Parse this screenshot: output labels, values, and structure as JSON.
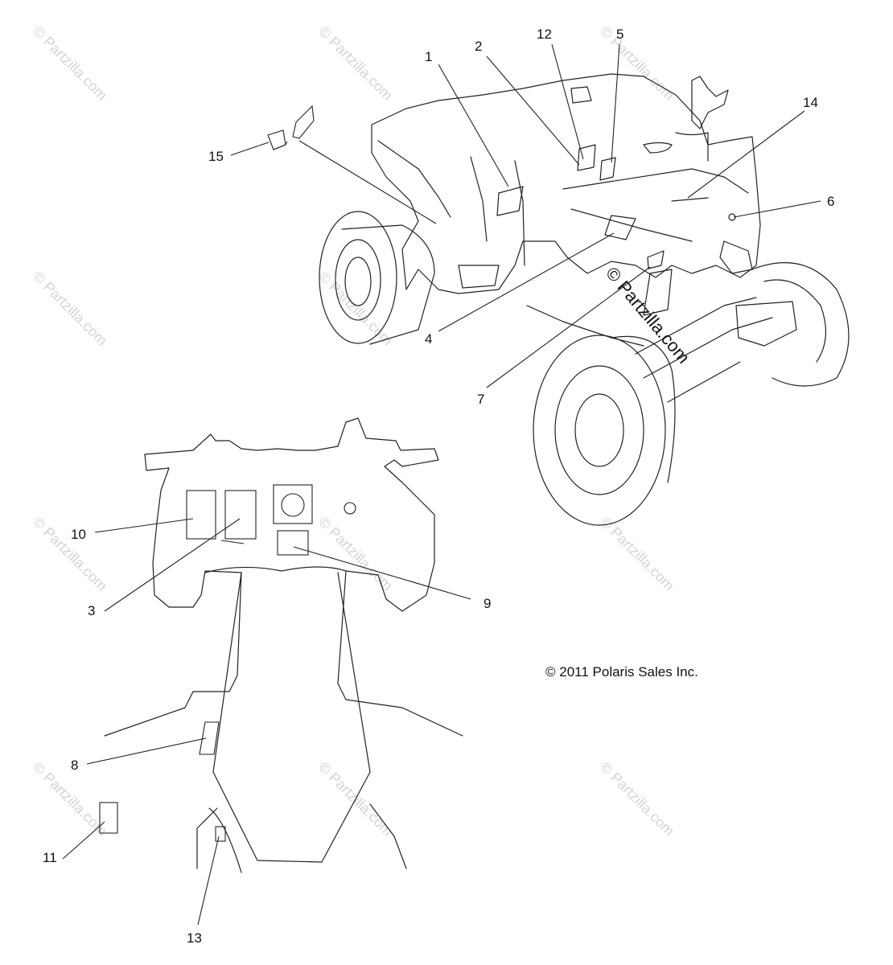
{
  "copyright": "© 2011 Polaris Sales Inc.",
  "center_watermark": "© Partzilla.com",
  "watermark": "© Partzilla.com",
  "callouts": {
    "c1": "1",
    "c2": "2",
    "c3": "3",
    "c4": "4",
    "c5": "5",
    "c6": "6",
    "c7": "7",
    "c8": "8",
    "c9": "9",
    "c10": "10",
    "c11": "11",
    "c12": "12",
    "c13": "13",
    "c14": "14",
    "c15": "15"
  }
}
